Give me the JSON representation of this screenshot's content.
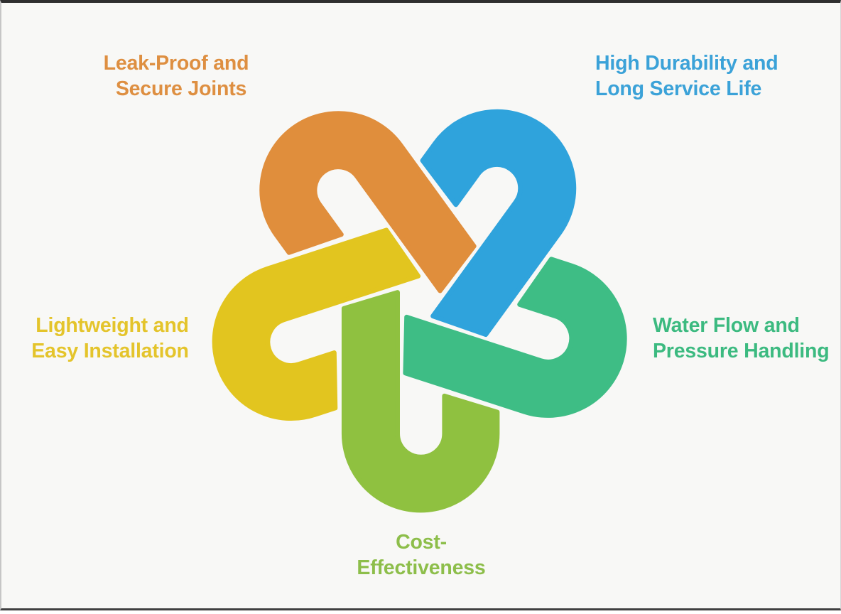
{
  "frame": {
    "background": "#F8F8F6",
    "top_edge_color": "#2F2F2F",
    "bottom_edge_color": "#404040",
    "side_edge_color": "#C6C6C6"
  },
  "knot": {
    "description": "five interlocking hairpin loops forming a pentagonal star knot",
    "loops": [
      {
        "name": "cost-effectiveness-loop",
        "color": "#8FC140"
      },
      {
        "name": "lightweight-loop",
        "color": "#E2C51F"
      },
      {
        "name": "leak-proof-loop",
        "color": "#E08E3C"
      },
      {
        "name": "durability-loop",
        "color": "#2FA3DC"
      },
      {
        "name": "water-flow-loop",
        "color": "#3EBD85"
      }
    ]
  },
  "labels": [
    {
      "id": "leak-proof",
      "lines": [
        "Leak-Proof and",
        "Secure Joints"
      ],
      "color": "#DE8F41"
    },
    {
      "id": "durability",
      "lines": [
        "High Durability and",
        "Long Service Life"
      ],
      "color": "#3BA2D8"
    },
    {
      "id": "lightweight",
      "lines": [
        "Lightweight and",
        "Easy Installation"
      ],
      "color": "#E4C42B"
    },
    {
      "id": "water-flow",
      "lines": [
        "Water Flow and",
        "Pressure Handling"
      ],
      "color": "#3CBA80"
    },
    {
      "id": "cost",
      "lines": [
        "Cost-",
        "Effectiveness"
      ],
      "color": "#8DBE4A"
    }
  ]
}
